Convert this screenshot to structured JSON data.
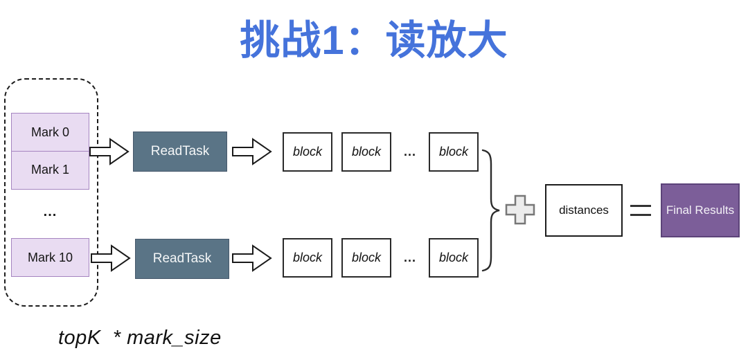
{
  "title": {
    "text": "挑战1：读放大"
  },
  "marks": {
    "items": [
      {
        "label": "Mark 0"
      },
      {
        "label": "Mark 1"
      },
      {
        "label": "Mark 10"
      }
    ],
    "ellipsis": "..."
  },
  "pipelines": [
    {
      "task_label": "ReadTask",
      "blocks": [
        "block",
        "block",
        "block"
      ],
      "ellipsis": "..."
    },
    {
      "task_label": "ReadTask",
      "blocks": [
        "block",
        "block",
        "block"
      ],
      "ellipsis": "..."
    }
  ],
  "aggregation": {
    "distances_label": "distances",
    "final_label": "Final Results"
  },
  "footer": {
    "formula": "topK  * mark_size"
  },
  "icons": {
    "arrow": "block-arrow-right",
    "brace": "curly-brace-right",
    "plus": "plus-operator",
    "equals": "equals-operator"
  },
  "colors": {
    "title_blue": "#4573DB",
    "mark_fill": "#E9DCF2",
    "mark_border": "#A584C0",
    "readtask_fill": "#5A7486",
    "readtask_border": "#46586B",
    "block_border": "#2A2A2A",
    "final_fill": "#7C5E99",
    "final_border": "#5C4379",
    "plus_fill": "#ECECEC"
  }
}
